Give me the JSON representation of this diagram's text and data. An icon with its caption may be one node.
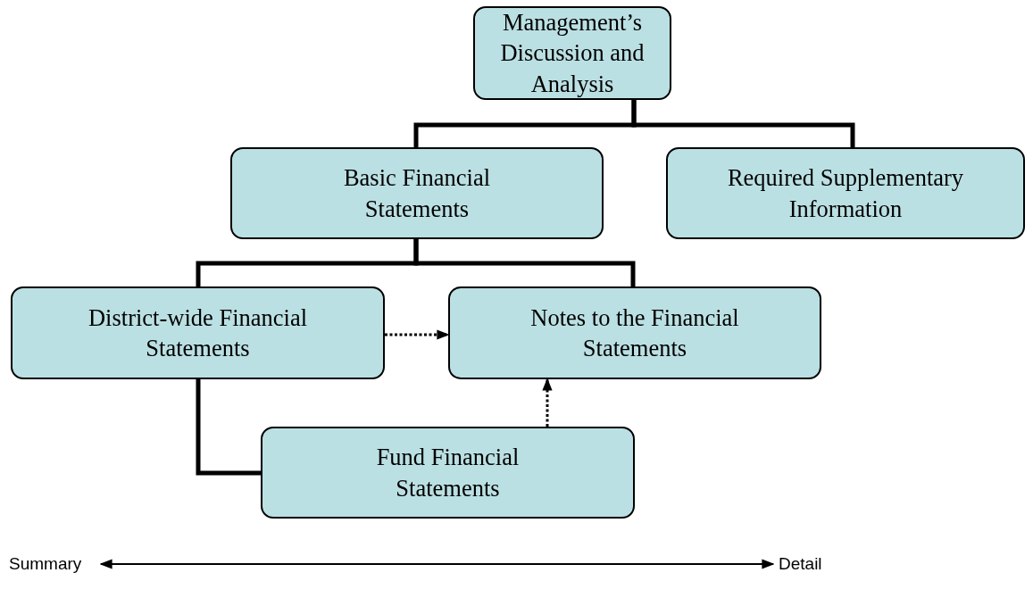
{
  "diagram": {
    "nodes": [
      {
        "text": [
          "Management’s Discussion and Analysis"
        ]
      },
      {
        "text": [
          "Basic Financial Statements"
        ]
      },
      {
        "text": [
          "Required Supplementary Information"
        ]
      },
      {
        "text": [
          "District-wide Financial Statements"
        ]
      },
      {
        "text": [
          "Notes to the Financial Statements"
        ]
      },
      {
        "text": [
          "Fund Financial Statements"
        ]
      },
      {
        "text": [
          "Summary"
        ]
      },
      {
        "text": [
          "Detail"
        ]
      }
    ],
    "edges": [
      {
        "from": 0,
        "to": 1,
        "arrow": "none"
      },
      {
        "from": 0,
        "to": 2,
        "arrow": "none"
      },
      {
        "from": 1,
        "to": 3,
        "arrow": "none"
      },
      {
        "from": 1,
        "to": 4,
        "arrow": "none"
      },
      {
        "from": 3,
        "to": 5,
        "arrow": "none"
      },
      {
        "from": 3,
        "to": 4,
        "arrow": "to",
        "style": "dashed"
      },
      {
        "from": 5,
        "to": 4,
        "arrow": "to",
        "style": "dashed"
      },
      {
        "from": 6,
        "to": 7,
        "arrow": "both"
      }
    ]
  }
}
